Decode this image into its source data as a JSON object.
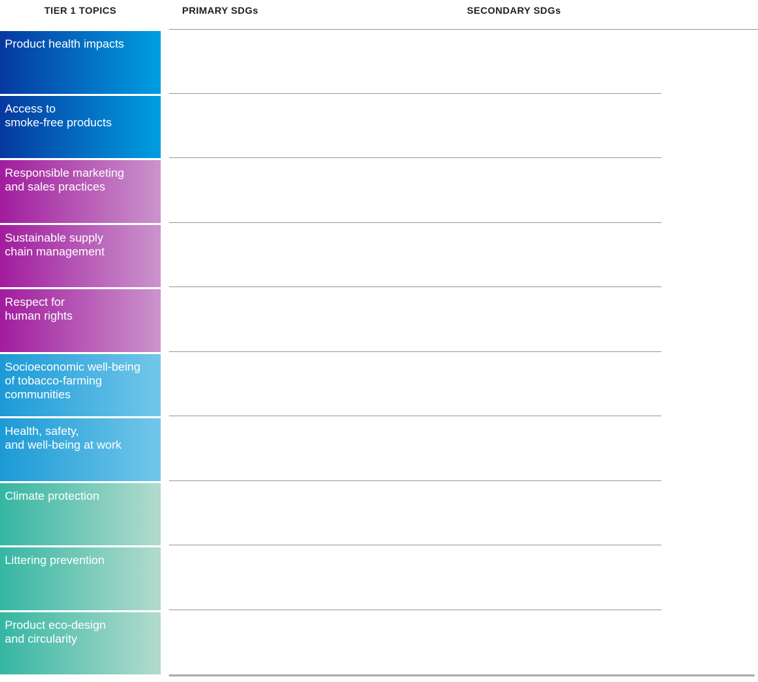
{
  "header": {
    "tier1_label": "TIER 1 TOPICS",
    "primary_label": "PRIMARY SDGs",
    "secondary_label": "SECONDARY SDGs"
  },
  "rows": [
    {
      "label": "Product health impacts",
      "palette": "blue"
    },
    {
      "label": "Access to\nsmoke-free products",
      "palette": "blue"
    },
    {
      "label": "Responsible marketing\nand sales practices",
      "palette": "purple"
    },
    {
      "label": "Sustainable supply\nchain management",
      "palette": "purple"
    },
    {
      "label": "Respect for\nhuman rights",
      "palette": "purple"
    },
    {
      "label": "Socioeconomic well-being\nof tobacco-farming\ncommunities",
      "palette": "lightblue"
    },
    {
      "label": "Health, safety,\nand well-being at work",
      "palette": "lightblue"
    },
    {
      "label": "Climate protection",
      "palette": "teal"
    },
    {
      "label": "Littering prevention",
      "palette": "teal"
    },
    {
      "label": "Product eco-design\nand circularity",
      "palette": "teal"
    }
  ],
  "colors": {
    "blue_start": "#0639a0",
    "blue_end": "#009ee0",
    "purple_start": "#a11c9e",
    "purple_end": "#cb94cc",
    "lightblue_start": "#1c9ad6",
    "lightblue_end": "#72c7ea",
    "teal_start": "#35b6a3",
    "teal_end": "#b3dbcd",
    "divider_line": "#9a9a9a",
    "bottom_line": "#ababab",
    "header_text": "#1f1f1f",
    "cell_text": "#ffffff"
  }
}
